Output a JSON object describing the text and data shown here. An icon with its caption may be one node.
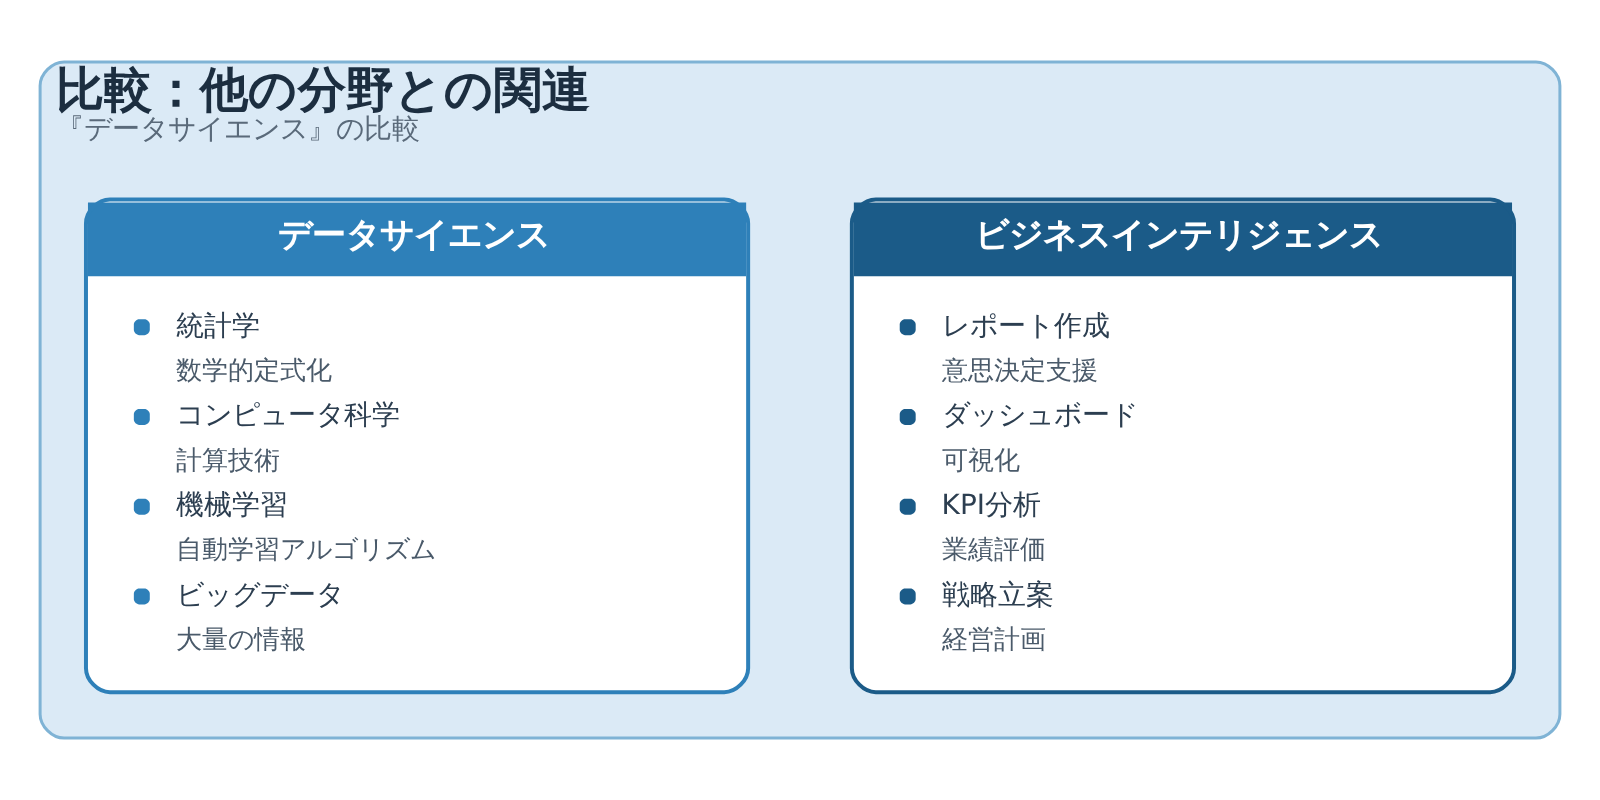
{
  "diagram": {
    "nodes": [
      {
        "text": [
          "比較：他の分野との関連",
          "『データサイエンス』の比較"
        ]
      },
      {
        "text": [
          "データサイエンス",
          "統計学",
          "数学的定式化",
          "コンピュータ科学",
          "計算技術",
          "機械学習",
          "自動学習アルゴリズム",
          "ビッグデータ",
          "大量の情報"
        ],
        "in": 0
      },
      {
        "text": [
          "ビジネスインテリジェンス",
          "レポート作成",
          "意思決定支援",
          "ダッシュボード",
          "可視化",
          "KPI分析",
          "業績評価",
          "戦略立案",
          "経営計画"
        ],
        "in": 0
      }
    ],
    "edges": []
  }
}
